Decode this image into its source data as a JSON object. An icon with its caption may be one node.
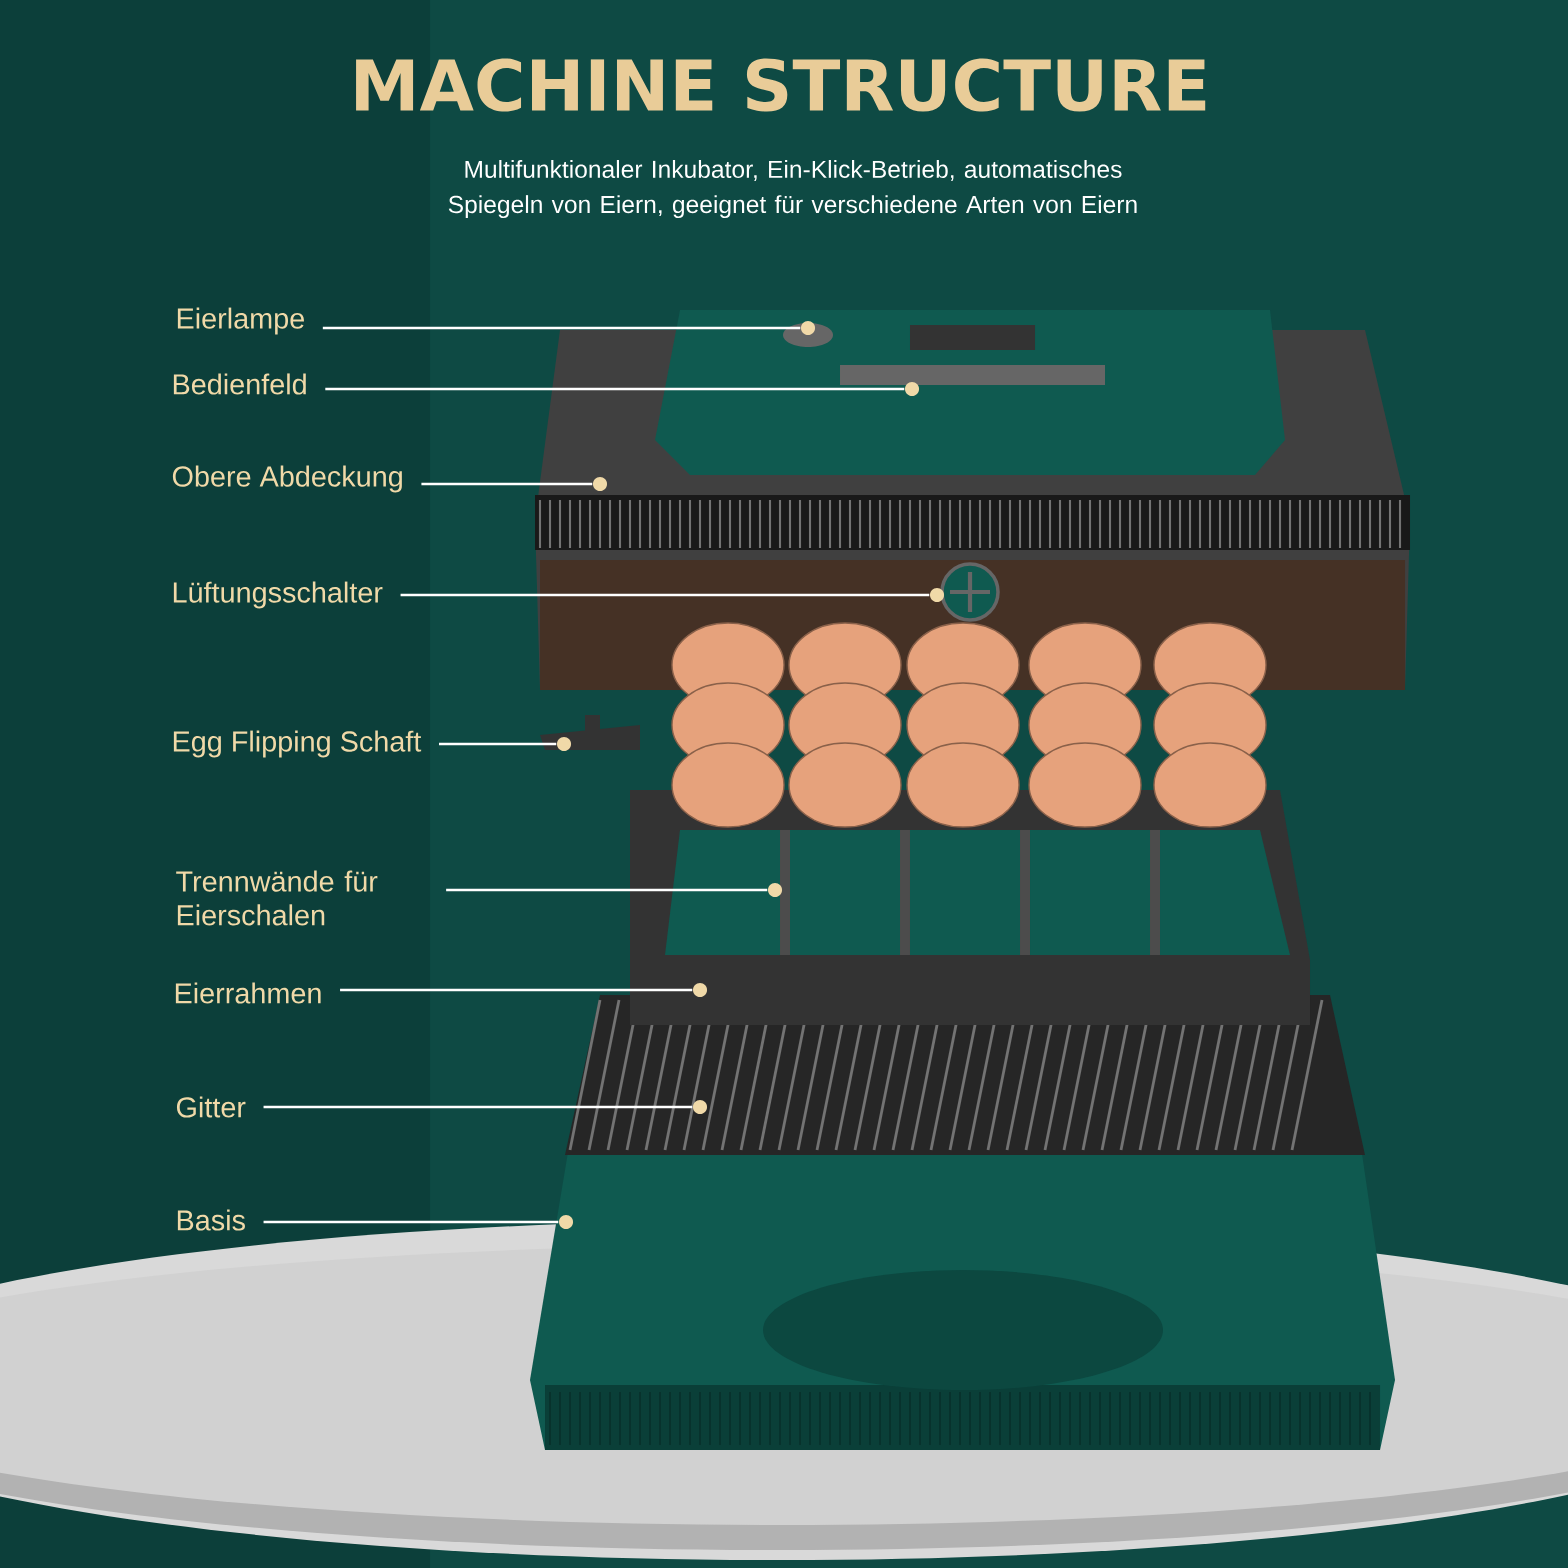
{
  "diagram": {
    "title": "MACHINE STRUCTURE",
    "nodes": [
      {
        "text": [
          "Eierlampe"
        ]
      },
      {
        "text": [
          "Bedienfeld"
        ]
      },
      {
        "text": [
          "Obere Abdeckung"
        ]
      },
      {
        "text": [
          "Lüftungsschalter"
        ]
      },
      {
        "text": [
          "Egg Flipping Schaft"
        ]
      },
      {
        "text": [
          "Trennwände für Eierschalen"
        ]
      },
      {
        "text": [
          "Eierrahmen"
        ]
      },
      {
        "text": [
          "Gitter"
        ]
      },
      {
        "text": [
          "Basis"
        ]
      },
      {
        "text": [],
        "shape": "circle"
      },
      {
        "text": [],
        "shape": "circle"
      },
      {
        "text": [],
        "shape": "circle"
      },
      {
        "text": [],
        "shape": "circle"
      },
      {
        "text": [],
        "shape": "circle"
      },
      {
        "text": [],
        "shape": "circle"
      },
      {
        "text": [],
        "shape": "circle"
      },
      {
        "text": [],
        "shape": "circle"
      },
      {
        "text": [],
        "shape": "circle"
      }
    ],
    "edges": [
      {
        "from": 0,
        "to": 9,
        "arrow": "none"
      },
      {
        "from": 1,
        "to": 10,
        "arrow": "none"
      },
      {
        "from": 2,
        "to": 11,
        "arrow": "none"
      },
      {
        "from": 3,
        "to": 12,
        "arrow": "none"
      },
      {
        "from": 4,
        "to": 13,
        "arrow": "none"
      },
      {
        "from": 5,
        "to": 14,
        "arrow": "none"
      },
      {
        "from": 6,
        "to": 15,
        "arrow": "none"
      },
      {
        "from": 7,
        "to": 16,
        "arrow": "none"
      },
      {
        "from": 8,
        "to": 17,
        "arrow": "none"
      }
    ],
    "labels": [
      "Multifunktionaler Inkubator, Ein-Klick-Betrieb, automatisches Spiegeln von Eiern, geeignet für verschiedene Arten von Eiern"
    ]
  }
}
